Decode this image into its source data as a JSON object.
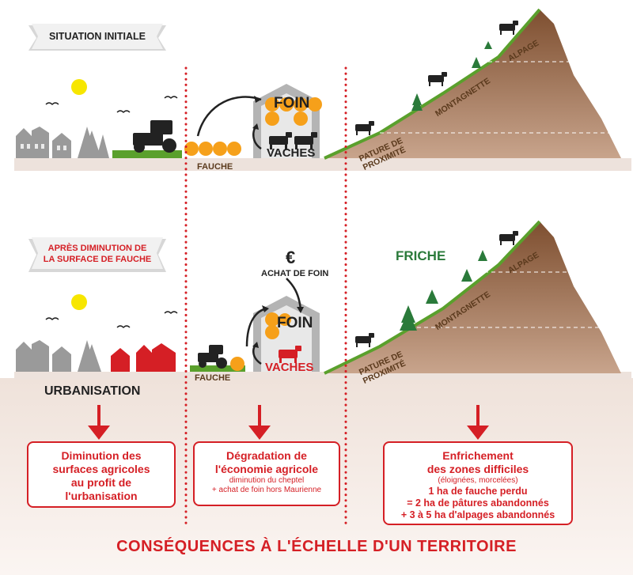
{
  "top": {
    "banner": "SITUATION INITIALE",
    "fauche": "FAUCHE",
    "foin": "FOIN",
    "vaches": "VACHES",
    "pature_line1": "PATURE DE",
    "pature_line2": "PROXIMITÉ",
    "montagnette": "MONTAGNETTE",
    "alpage": "ALPAGE"
  },
  "bottom": {
    "banner_line1": "APRÈS DIMINUTION DE",
    "banner_line2": "LA SURFACE DE FAUCHE",
    "euro": "€",
    "achat": "ACHAT DE FOIN",
    "fauche": "FAUCHE",
    "foin": "FOIN",
    "vaches": "VACHES",
    "friche": "FRICHE",
    "pature_line1": "PATURE DE",
    "pature_line2": "PROXIMITÉ",
    "montagnette": "MONTAGNETTE",
    "alpage": "ALPAGE",
    "urbanisation": "URBANISATION"
  },
  "consequences": {
    "box1": {
      "lines": [
        "Diminution des",
        "surfaces agricoles",
        "au profit de",
        "l'urbanisation"
      ]
    },
    "box2": {
      "title_lines": [
        "Dégradation de",
        "l'économie agricole"
      ],
      "sub_lines": [
        "diminution du cheptel",
        "+ achat de foin hors Maurienne"
      ]
    },
    "box3": {
      "title_lines": [
        "Enfrichement",
        "des zones difficiles"
      ],
      "sub": "(éloignées, morcelées)",
      "bold_lines": [
        "1 ha de fauche perdu",
        "= 2 ha de pâtures abandonnés",
        "+ 3 à 5 ha d'alpages abandonnés"
      ]
    },
    "footer": "CONSÉQUENCES À L'ÉCHELLE D'UN TERRITOIRE"
  },
  "colors": {
    "accent_red": "#d51f25",
    "grass_green": "#5aa02c",
    "mountain_brown": "#a57355",
    "ground_beige": "#efe3dc",
    "building_grey": "#9a9a9a",
    "hay_orange": "#f6a01a",
    "friche_green": "#2a7a3a"
  }
}
